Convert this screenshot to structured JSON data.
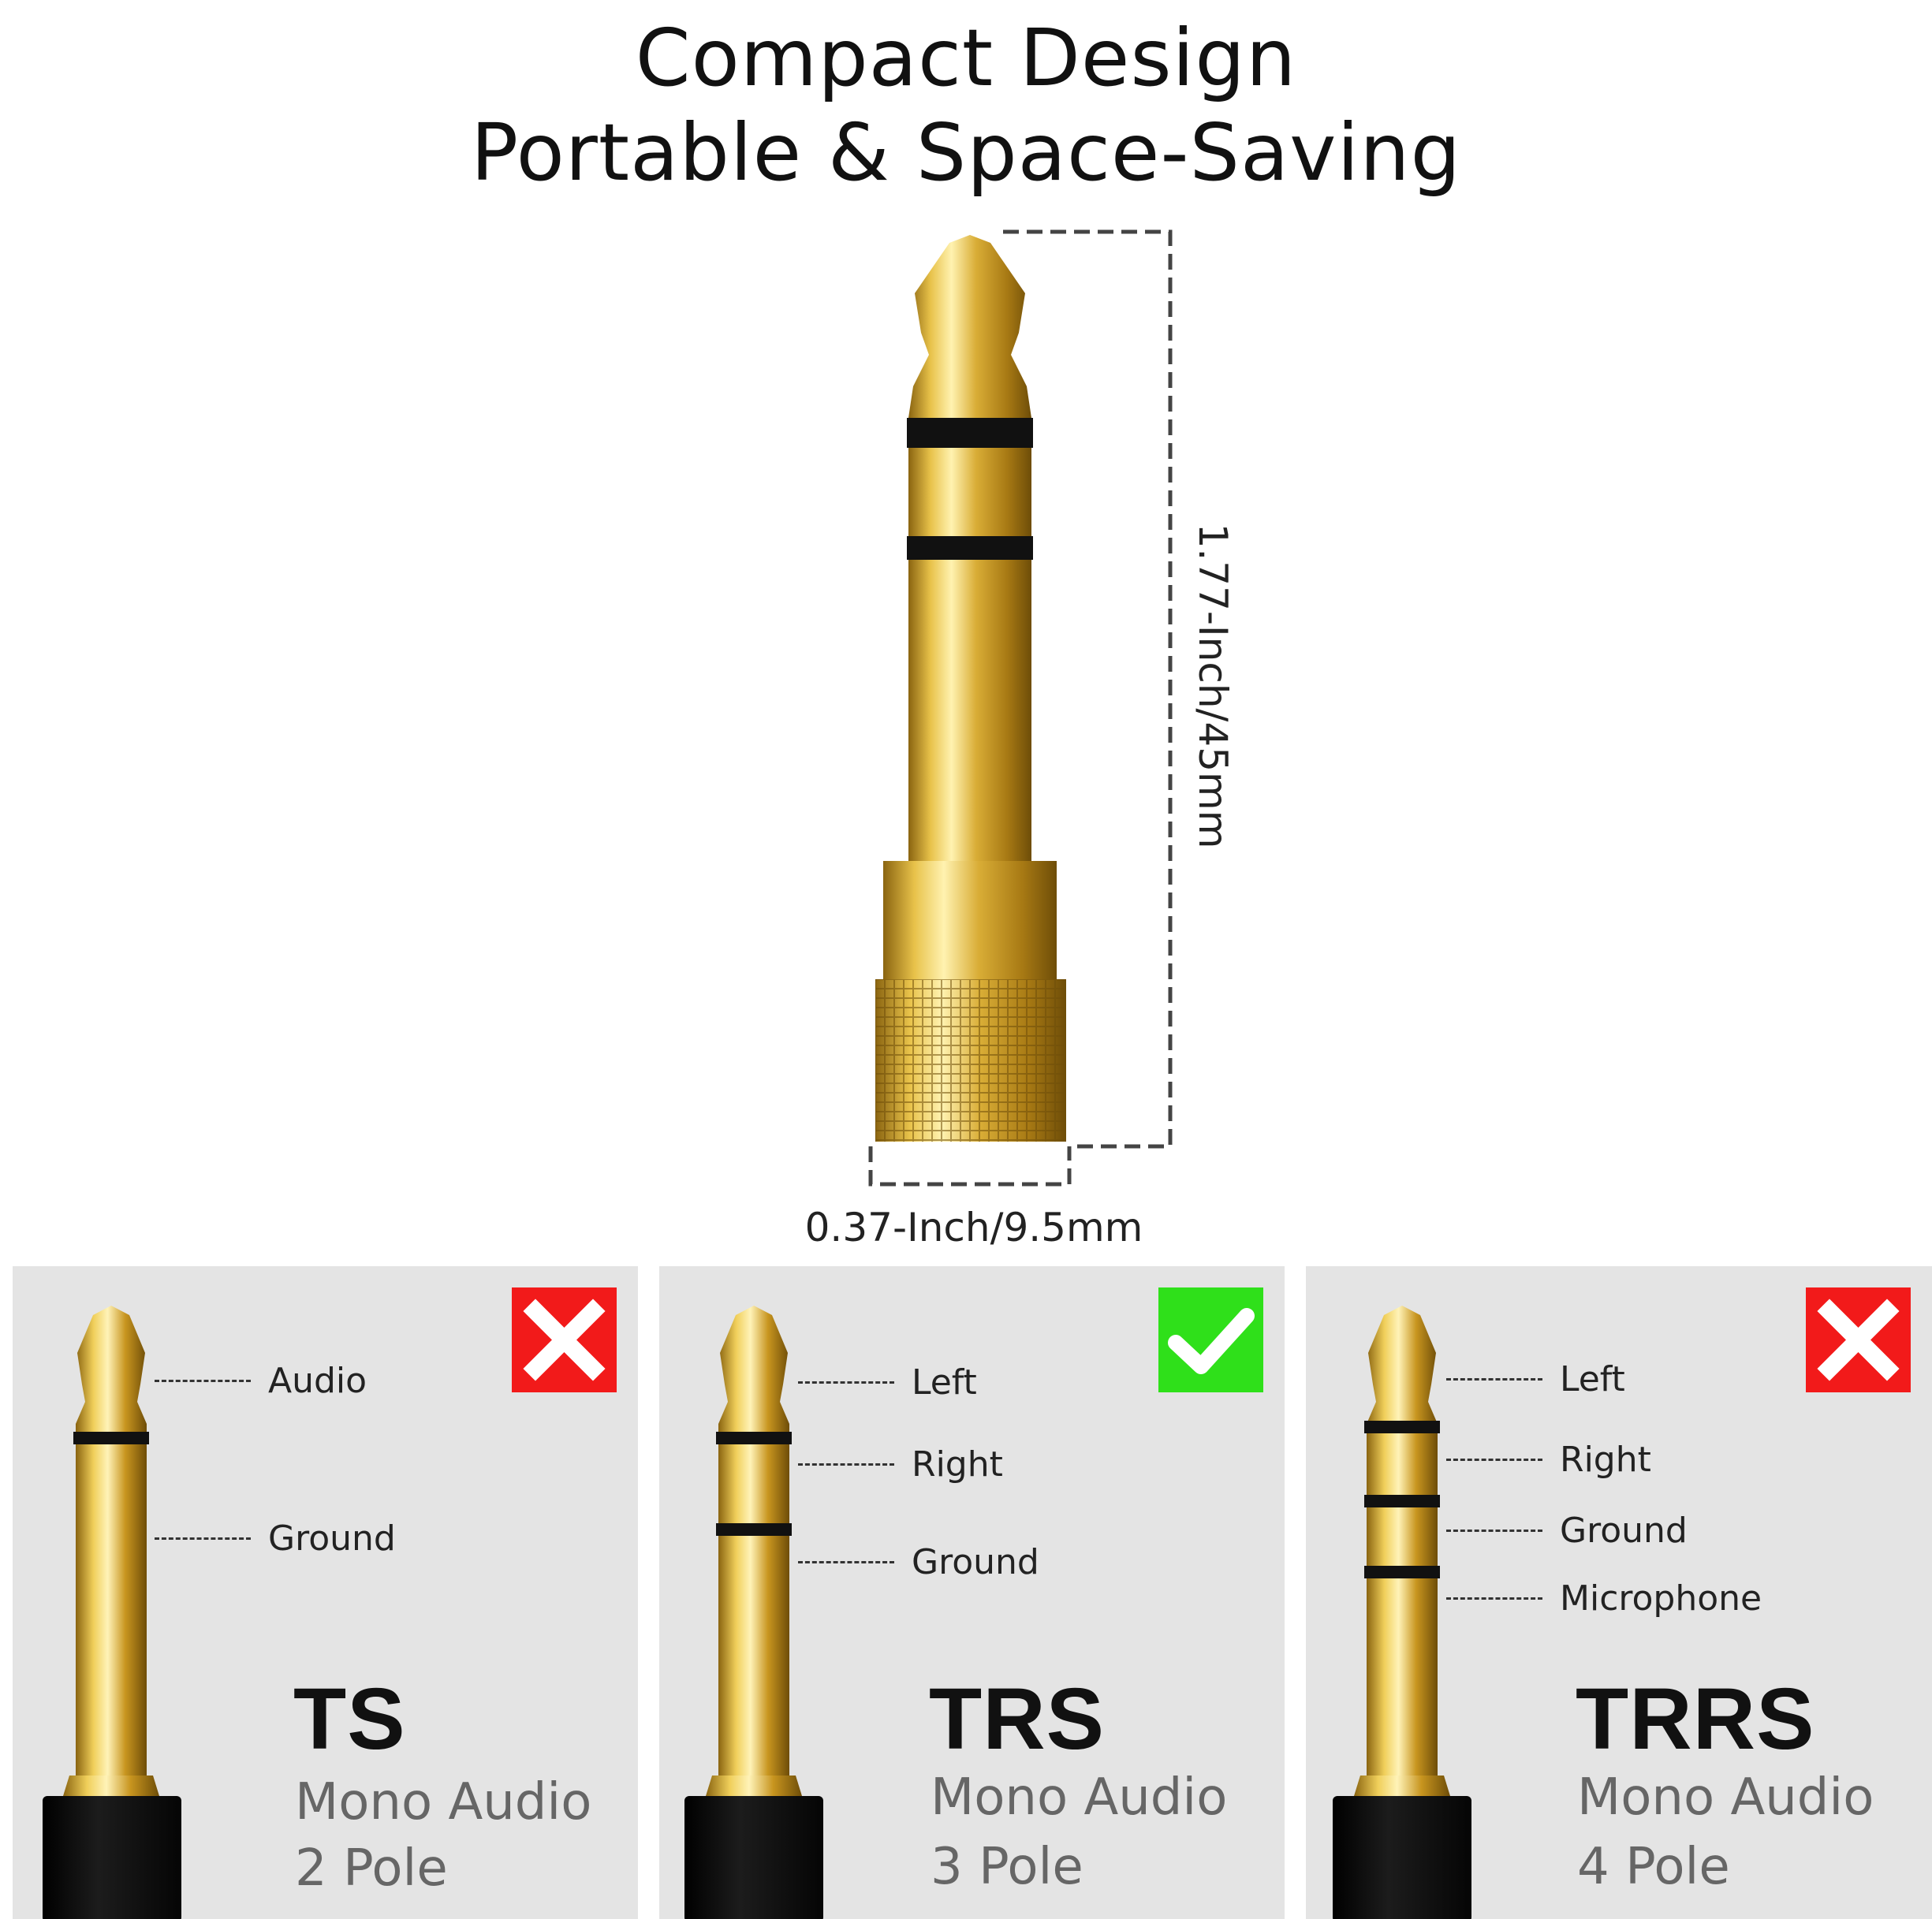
{
  "header": {
    "title_line1": "Compact Design",
    "title_line2": "Portable & Space-Saving"
  },
  "dimensions": {
    "height_label": "1.77-Inch/45mm",
    "width_label": "0.37-Inch/9.5mm"
  },
  "colors": {
    "gold": "#d4a82e",
    "panel_bg": "#e4e4e4",
    "reject": "#f21a1a",
    "accept": "#2fe01a"
  },
  "panels": [
    {
      "id": "ts",
      "badge": "cross-icon",
      "pins": [
        "Audio",
        "Ground"
      ],
      "name": "TS",
      "desc_line1": "Mono Audio",
      "desc_line2": "2 Pole"
    },
    {
      "id": "trs",
      "badge": "check-icon",
      "pins": [
        "Left",
        "Right",
        "Ground"
      ],
      "name": "TRS",
      "desc_line1": "Mono Audio",
      "desc_line2": "3 Pole"
    },
    {
      "id": "trrs",
      "badge": "cross-icon",
      "pins": [
        "Left",
        "Right",
        "Ground",
        "Microphone"
      ],
      "name": "TRRS",
      "desc_line1": "Mono Audio",
      "desc_line2": "4 Pole"
    }
  ]
}
